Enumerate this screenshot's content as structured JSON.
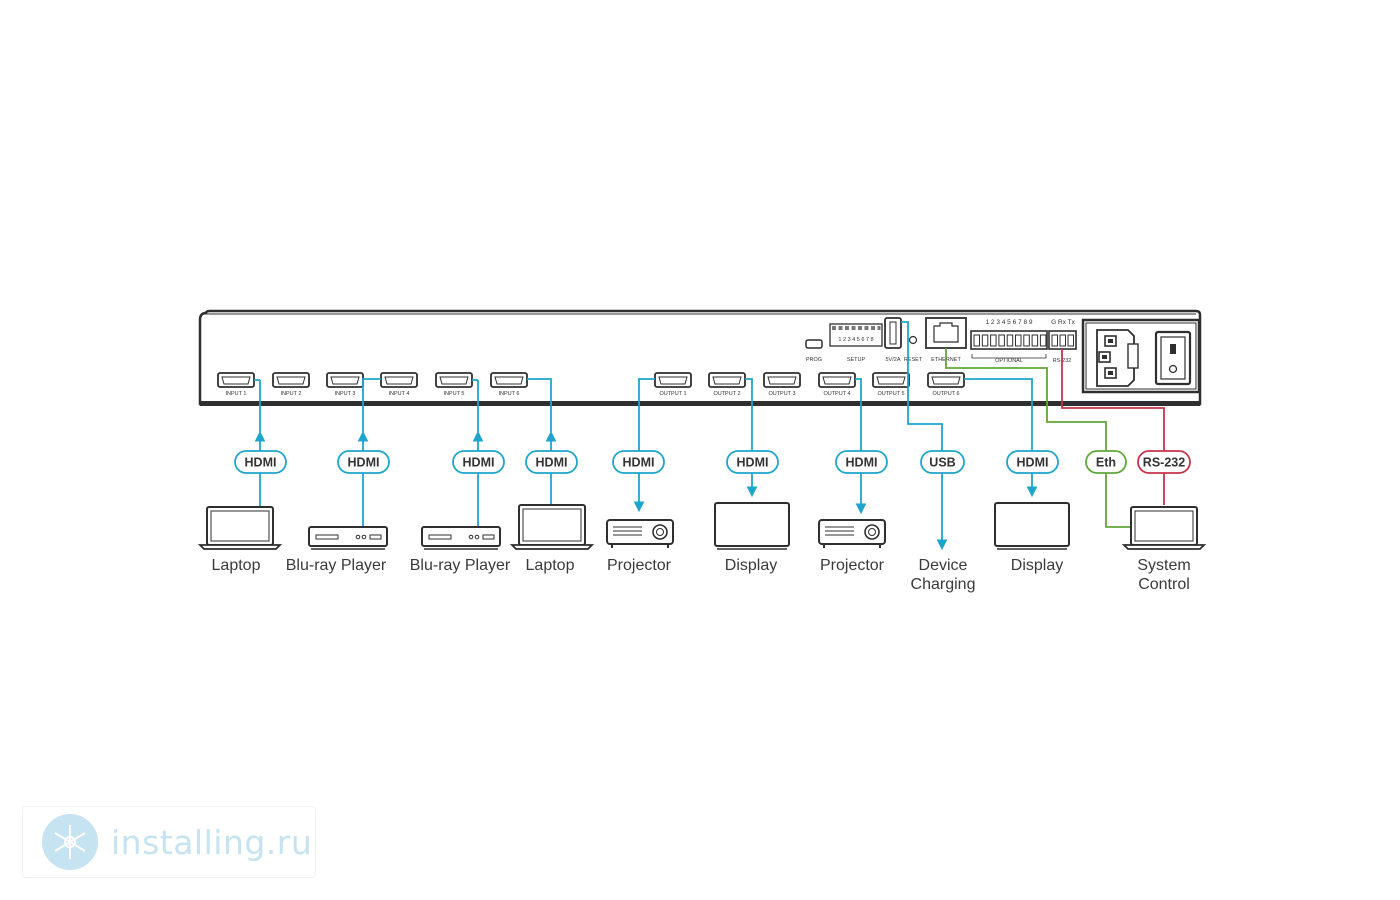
{
  "colors": {
    "hdmi": "#1da5cc",
    "eth": "#5ea83a",
    "rs232": "#c8334a",
    "chassis": "#2f2f2f",
    "watermark": "#c5e3f1"
  },
  "unit": {
    "input_ports": [
      "INPUT 1",
      "INPUT 2",
      "INPUT 3",
      "INPUT 4",
      "INPUT 5",
      "INPUT 6"
    ],
    "output_ports": [
      "OUTPUT 1",
      "OUTPUT 2",
      "OUTPUT 3",
      "OUTPUT 4",
      "OUTPUT 5",
      "OUTPUT 6"
    ],
    "prog_label": "PROG",
    "setup_label": "SETUP",
    "setup_dip_numbers": "1 2 3 4 5 6 7 8",
    "usb_label": "5V/2A",
    "reset_label": "RESET",
    "ethernet_label": "ETHERNET",
    "terminal_numbers": "1 2 3 4 5 6 7 8 9",
    "rs232_pins": "G Rx Tx",
    "optional_label": "OPTIONAL",
    "rs232_label": "RS-232"
  },
  "connections": [
    {
      "cable": "HDMI",
      "device": "Laptop"
    },
    {
      "cable": "HDMI",
      "device": "Blu-ray Player"
    },
    {
      "cable": "HDMI",
      "device": "Blu-ray Player"
    },
    {
      "cable": "HDMI",
      "device": "Laptop"
    },
    {
      "cable": "HDMI",
      "device": "Projector"
    },
    {
      "cable": "HDMI",
      "device": "Display"
    },
    {
      "cable": "HDMI",
      "device": "Projector"
    },
    {
      "cable": "USB",
      "device_line1": "Device",
      "device_line2": "Charging"
    },
    {
      "cable": "HDMI",
      "device": "Display"
    },
    {
      "cable": "Eth"
    },
    {
      "cable": "RS-232",
      "device_line1": "System",
      "device_line2": "Control"
    }
  ],
  "watermark": {
    "text": "installing.ru",
    "logo": "snowflake-chip-icon"
  }
}
